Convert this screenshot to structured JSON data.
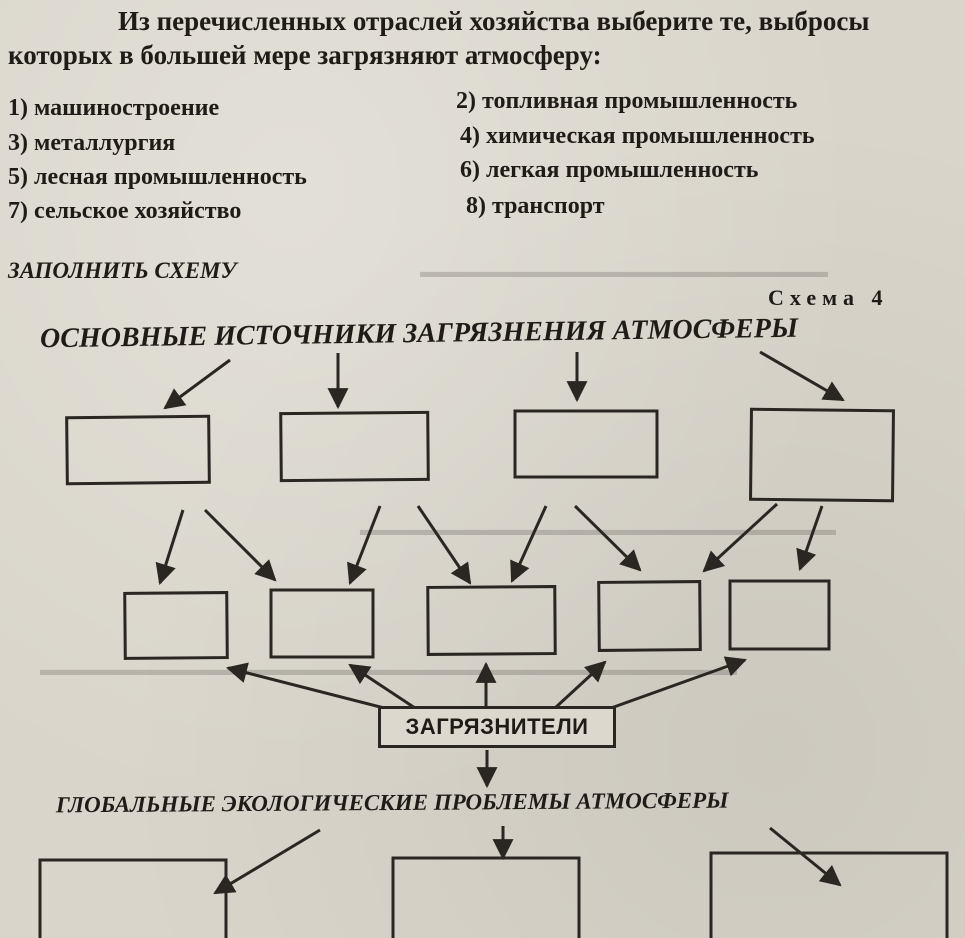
{
  "question": {
    "line1": "Из перечисленных отраслей хозяйства выберите те, выбросы",
    "line2": "которых в большей мере загрязняют атмосферу:"
  },
  "options": [
    "1) машиностроение",
    "2) топливная промышленность",
    "3) металлургия",
    "4) химическая промышленность",
    "5) лесная промышленность",
    "6) легкая промышленность",
    "7) сельское хозяйство",
    "8) транспорт"
  ],
  "task_label": "ЗАПОЛНИТЬ СХЕМУ",
  "scheme_number": "Схема 4",
  "diagram": {
    "main_title": "ОСНОВНЫЕ ИСТОЧНИКИ ЗАГРЯЗНЕНИЯ АТМОСФЕРЫ",
    "center_label": "ЗАГРЯЗНИТЕЛИ",
    "bottom_title": "ГЛОБАЛЬНЫЕ ЭКОЛОГИЧЕСКИЕ ПРОБЛЕМЫ АТМОСФЕРЫ"
  }
}
